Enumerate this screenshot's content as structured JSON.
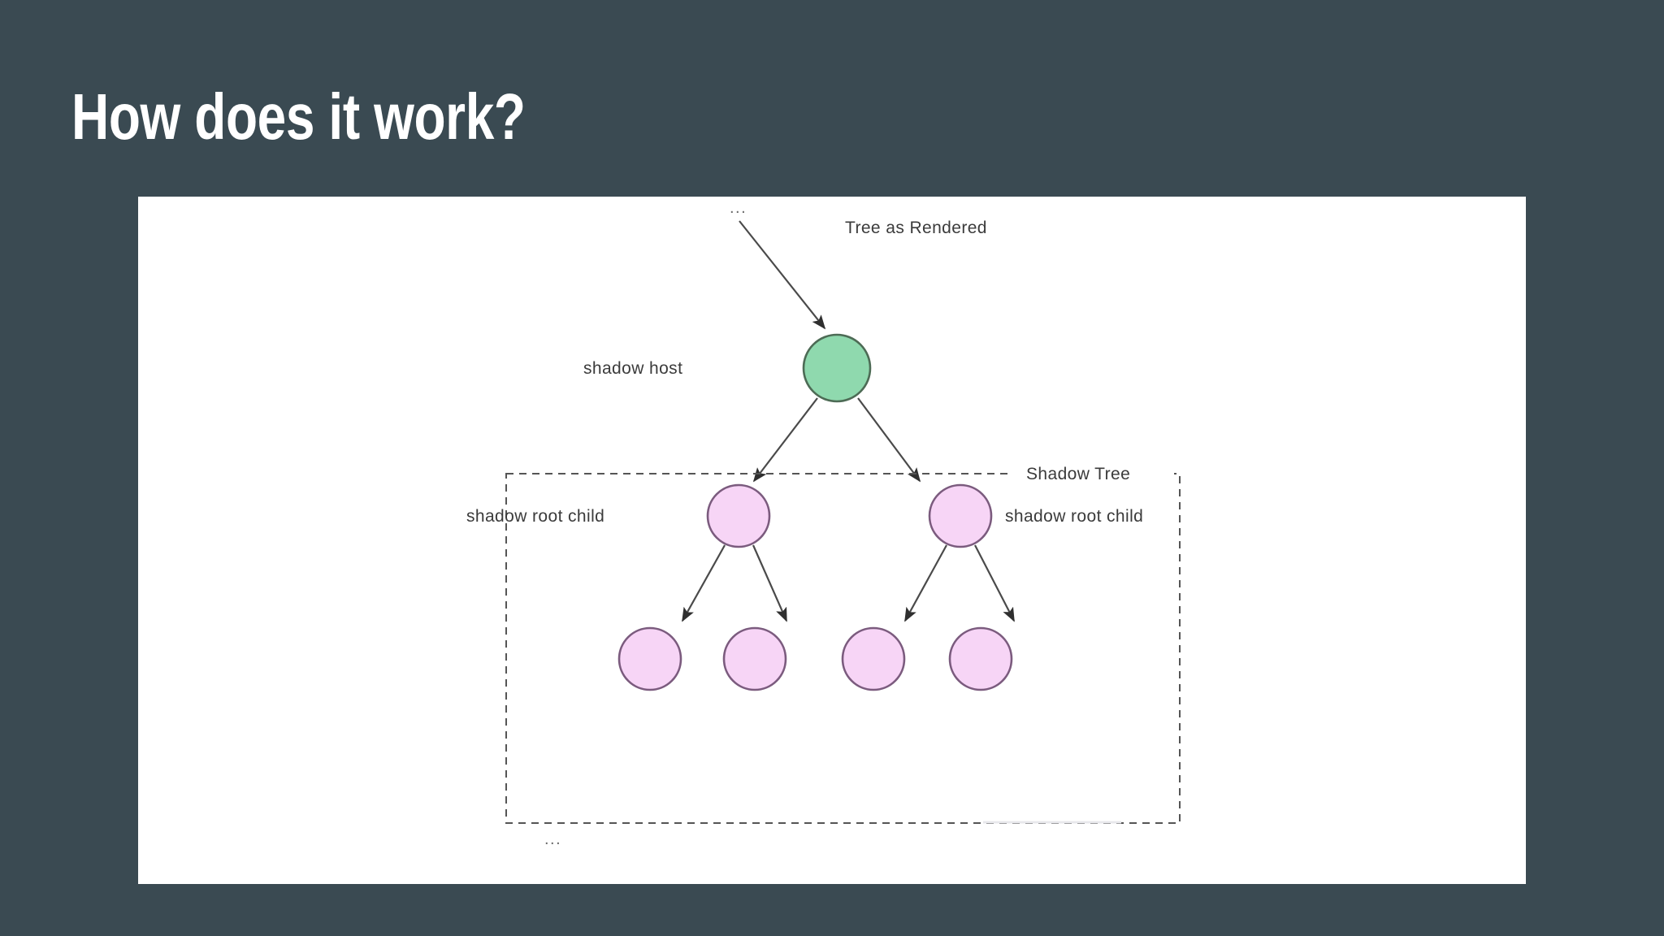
{
  "slide": {
    "title": "How does it work?",
    "background_color": "#3a4a52",
    "panel_color": "#ffffff"
  },
  "diagram": {
    "type": "tree",
    "title_label": "Tree as Rendered",
    "group_label": "Shadow Tree",
    "ellipsis_top": "...",
    "ellipsis_bottom": "...",
    "colors": {
      "host_fill": "#8fd9ae",
      "host_stroke": "#4d6b55",
      "child_fill": "#f7d5f6",
      "child_stroke": "#7b5b7e",
      "edge": "#4a4a4a",
      "dashed_border": "#555555",
      "label_text": "#3b3b3b"
    },
    "nodes": [
      {
        "id": "host",
        "label": "shadow host",
        "kind": "shadow-host",
        "color": "green",
        "label_side": "left"
      },
      {
        "id": "child-left",
        "label": "shadow root child",
        "kind": "shadow-root-child",
        "color": "pink",
        "label_side": "left"
      },
      {
        "id": "child-right",
        "label": "shadow root child",
        "kind": "shadow-root-child",
        "color": "pink",
        "label_side": "right"
      },
      {
        "id": "leaf-1",
        "label": "",
        "kind": "leaf",
        "color": "pink",
        "label_side": "none"
      },
      {
        "id": "leaf-2",
        "label": "",
        "kind": "leaf",
        "color": "pink",
        "label_side": "none"
      },
      {
        "id": "leaf-3",
        "label": "",
        "kind": "leaf",
        "color": "pink",
        "label_side": "none"
      },
      {
        "id": "leaf-4",
        "label": "",
        "kind": "leaf",
        "color": "pink",
        "label_side": "none"
      }
    ],
    "edges": [
      {
        "from": "ellipsis_top",
        "to": "host"
      },
      {
        "from": "host",
        "to": "child-left"
      },
      {
        "from": "host",
        "to": "child-right"
      },
      {
        "from": "child-left",
        "to": "leaf-1"
      },
      {
        "from": "child-left",
        "to": "leaf-2"
      },
      {
        "from": "child-right",
        "to": "leaf-3"
      },
      {
        "from": "child-right",
        "to": "leaf-4"
      }
    ]
  }
}
